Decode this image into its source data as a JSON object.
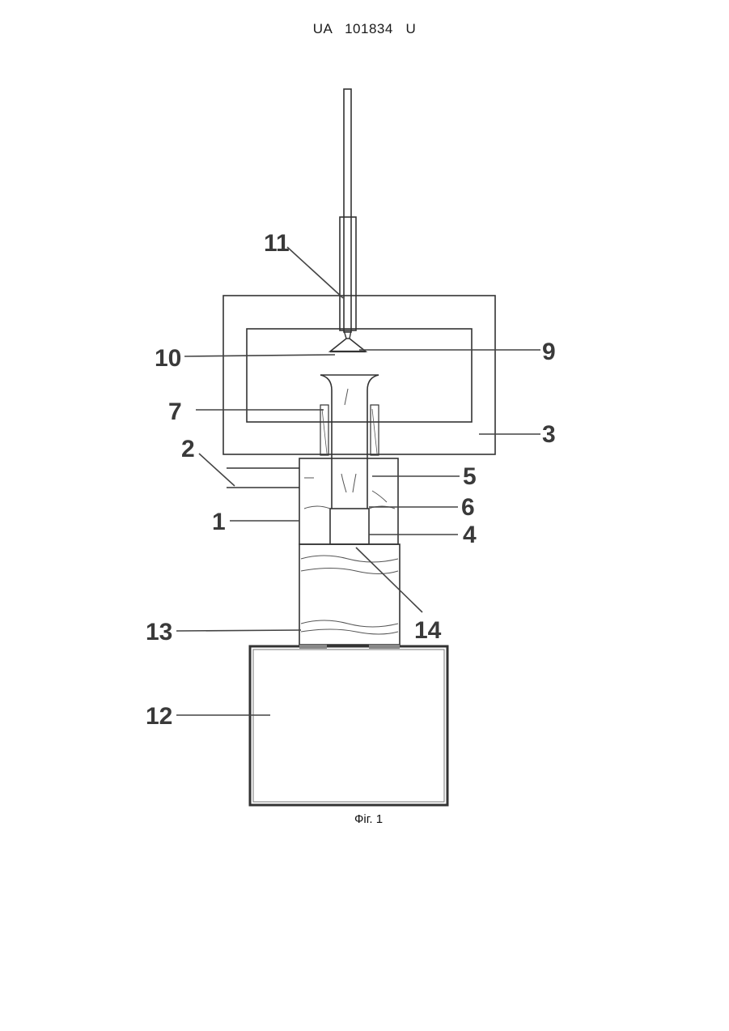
{
  "header": {
    "doc_number": "UA   101834   U"
  },
  "figure": {
    "caption": "Фіг. 1",
    "callouts": {
      "c1": "1",
      "c2": "2",
      "c3": "3",
      "c4": "4",
      "c5": "5",
      "c6": "6",
      "c7": "7",
      "c9": "9",
      "c10": "10",
      "c11": "11",
      "c12": "12",
      "c13": "13",
      "c14": "14"
    }
  }
}
